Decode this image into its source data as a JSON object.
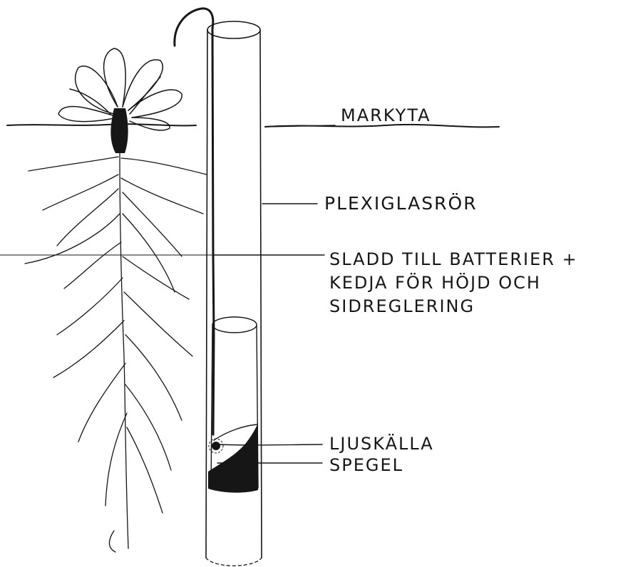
{
  "labels": {
    "markyta": "MARKYTA",
    "plexiglas": "PLEXIGLASRÖR",
    "sladd_line1": "SLADD TILL BATTERIER +",
    "sladd_line2": "KEDJA FÖR HÖJD OCH",
    "sladd_line3": "SIDREGLERING",
    "ljuskalla": "LJUSKÄLLA",
    "spegel": "SPEGEL"
  },
  "colors": {
    "ink": "#161616",
    "background": "#ffffff"
  }
}
